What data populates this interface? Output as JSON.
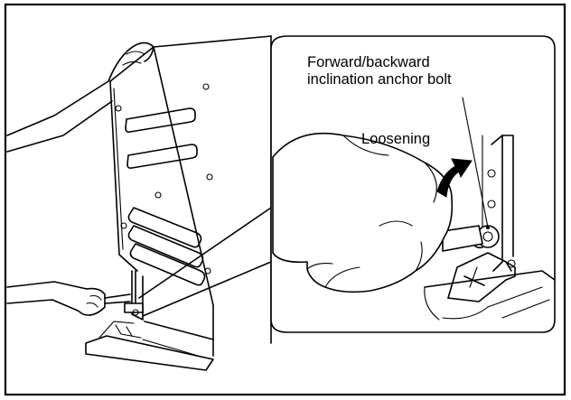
{
  "callouts": {
    "bolt_line1": "Forward/backward",
    "bolt_line2": "inclination anchor bolt",
    "direction": "Loosening"
  },
  "colors": {
    "line": "#000000",
    "background": "#ffffff"
  }
}
